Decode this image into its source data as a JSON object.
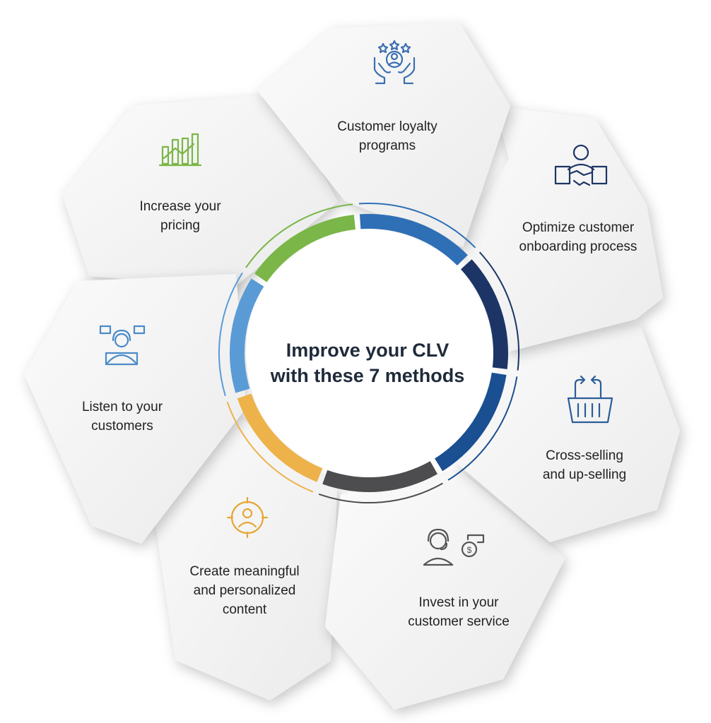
{
  "title_lines": [
    "Improve your CLV",
    "with these 7 methods"
  ],
  "methods": [
    {
      "lines": [
        "Customer loyalty",
        "programs"
      ],
      "icon": "customer-loyalty-icon",
      "color": "#2f6fb6",
      "icon_color": "#3a6fb0"
    },
    {
      "lines": [
        "Optimize customer",
        "onboarding process"
      ],
      "icon": "handshake-icon",
      "color": "#1c3566",
      "icon_color": "#1c3566"
    },
    {
      "lines": [
        "Cross-selling",
        "and up-selling"
      ],
      "icon": "shopping-basket-icon",
      "color": "#1a4f91",
      "icon_color": "#2b5d99"
    },
    {
      "lines": [
        "Invest in your",
        "customer service"
      ],
      "icon": "customer-service-icon",
      "color": "#4d4d4f",
      "icon_color": "#555555"
    },
    {
      "lines": [
        "Create meaningful",
        "and personalized",
        "content"
      ],
      "icon": "target-user-icon",
      "color": "#edb24a",
      "icon_color": "#e6a636"
    },
    {
      "lines": [
        "Listen to your",
        "customers"
      ],
      "icon": "listening-user-icon",
      "color": "#5a9bd6",
      "icon_color": "#4a8bc8"
    },
    {
      "lines": [
        "Increase your",
        "pricing"
      ],
      "icon": "growth-chart-icon",
      "color": "#7ab648",
      "icon_color": "#7ab648"
    }
  ]
}
